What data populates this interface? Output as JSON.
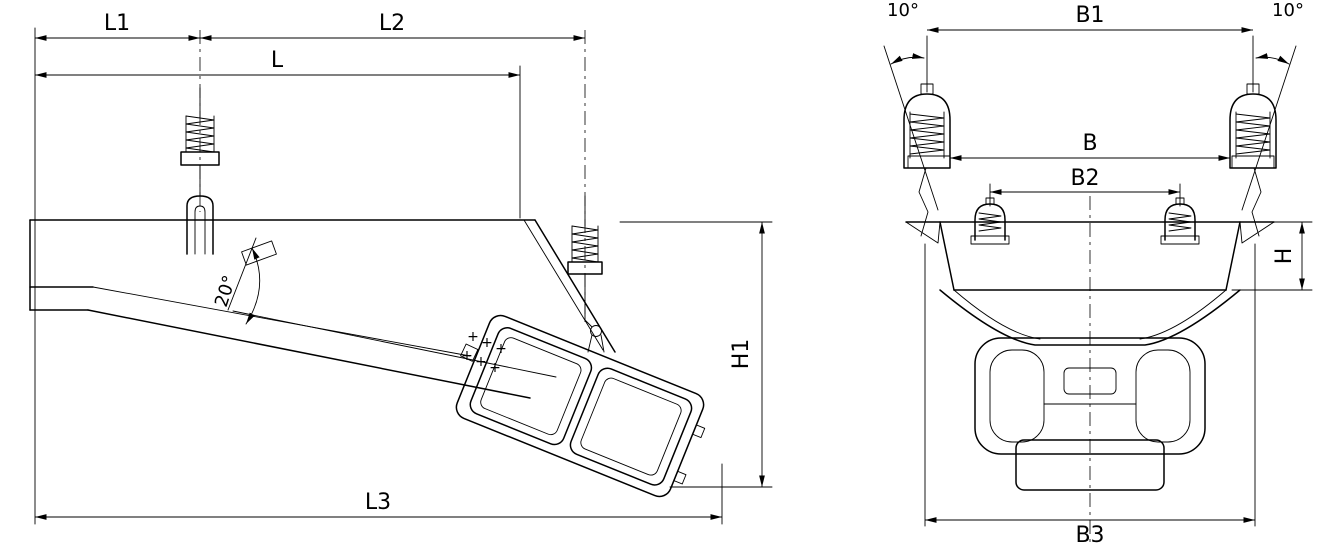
{
  "canvas": {
    "background": "#ffffff",
    "line_color": "#000000"
  },
  "side_view": {
    "dim_l1": "L1",
    "dim_l2": "L2",
    "dim_l": "L",
    "dim_l3": "L3",
    "dim_h1": "H1",
    "angle_20": "20°",
    "plus_mark": "+"
  },
  "front_view": {
    "dim_b1": "B1",
    "dim_b": "B",
    "dim_b2": "B2",
    "dim_b3": "B3",
    "dim_h": "H",
    "angle_10_left": "10°",
    "angle_10_right": "10°"
  }
}
